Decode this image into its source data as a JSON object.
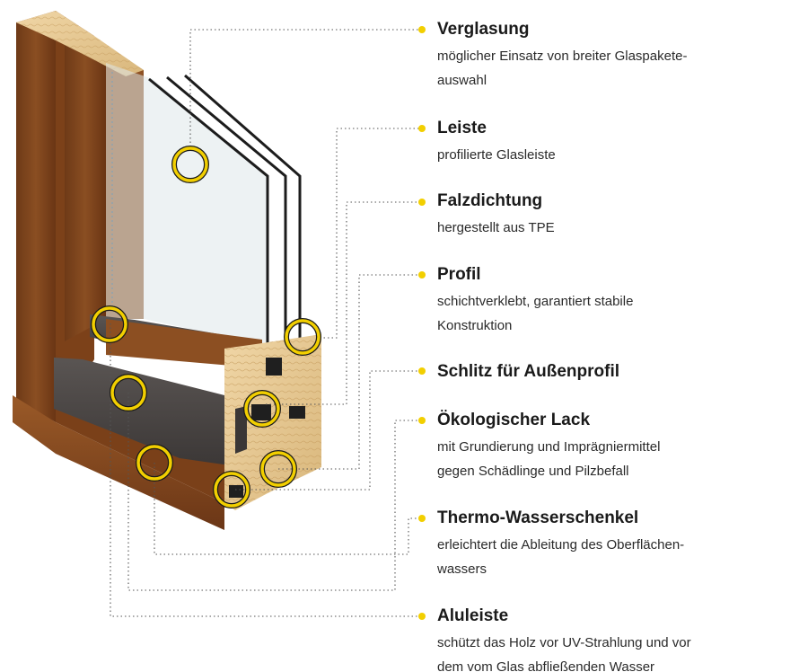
{
  "accent_color": "#f2cf00",
  "items": [
    {
      "title": "Verglasung",
      "desc_1": "möglicher Einsatz von breiter Glaspakete-",
      "desc_2": "auswahl"
    },
    {
      "title": "Leiste",
      "desc_1": "profilierte Glasleiste",
      "desc_2": ""
    },
    {
      "title": "Falzdichtung",
      "desc_1": "hergestellt aus TPE",
      "desc_2": ""
    },
    {
      "title": "Profil",
      "desc_1": "schichtverklebt, garantiert stabile",
      "desc_2": "Konstruktion"
    },
    {
      "title": "Schlitz für Außenprofil",
      "desc_1": "",
      "desc_2": ""
    },
    {
      "title": "Ökologischer Lack",
      "desc_1": "mit Grundierung und Imprägniermittel",
      "desc_2": "gegen Schädlinge und Pilzbefall"
    },
    {
      "title": "Thermo-Wasserschenkel",
      "desc_1": "erleichtert die Ableitung des Oberflächen-",
      "desc_2": "wassers"
    },
    {
      "title": "Aluleiste",
      "desc_1": "schützt das Holz vor UV-Strahlung und vor",
      "desc_2": "dem vom Glas abfließenden Wasser"
    }
  ]
}
